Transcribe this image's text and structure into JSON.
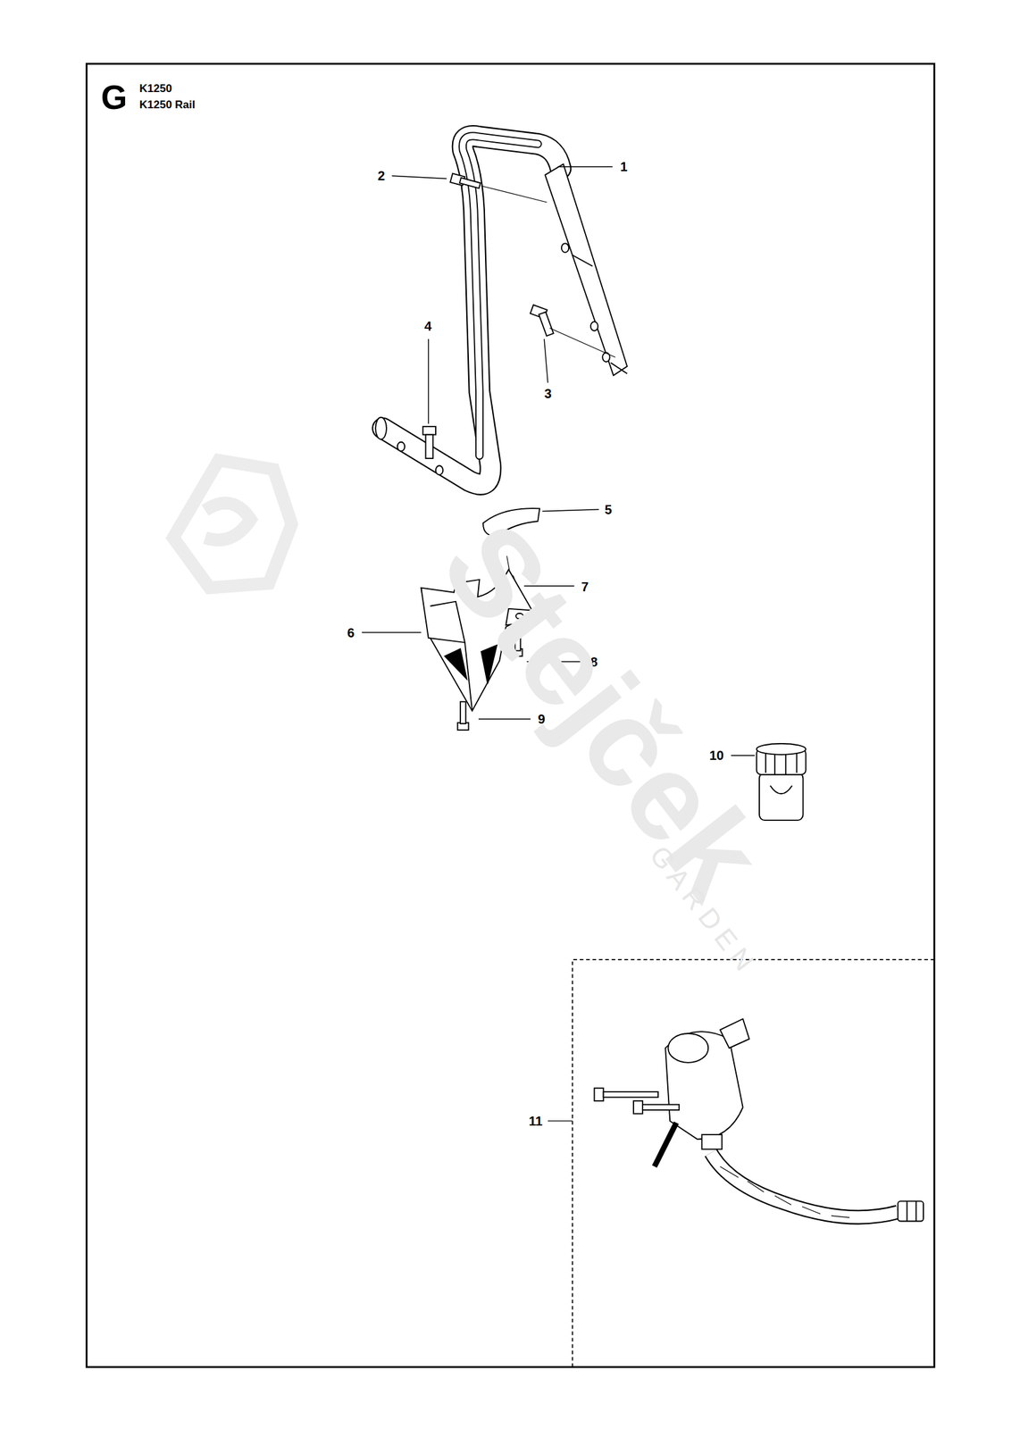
{
  "diagram": {
    "labels": [
      "G",
      "K1250",
      "K1250 Rail",
      "1",
      "2",
      "3",
      "4",
      "5",
      "6",
      "7",
      "8",
      "9",
      "10",
      "11",
      "Stejček",
      "GARDEN"
    ]
  }
}
